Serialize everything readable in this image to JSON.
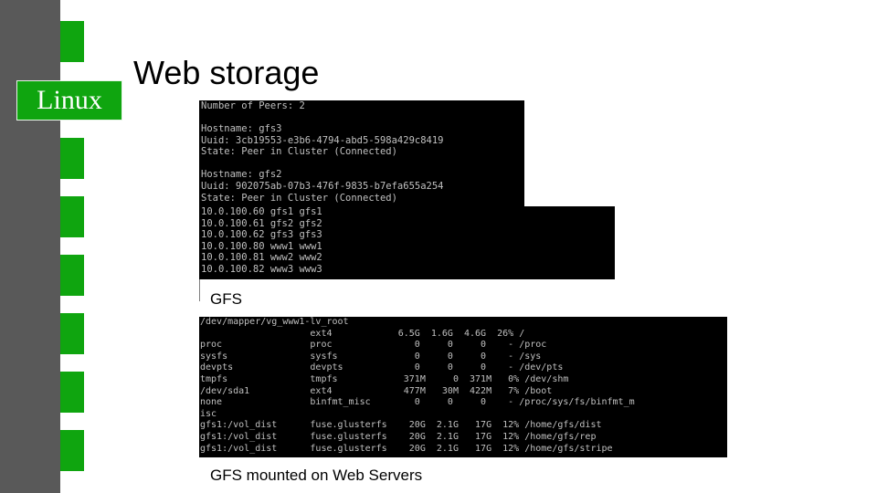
{
  "slide": {
    "logo_text": "Linux",
    "title": "Web storage",
    "caption_gfs": "GFS",
    "caption_mounted": "GFS mounted on Web Servers",
    "accent_color": "#0fa50f",
    "sidebar_color": "#595959"
  },
  "terminal_peers": {
    "line1": "Number of Peers: 2",
    "peer1_hostname": "Hostname: gfs3",
    "peer1_uuid": "Uuid: 3cb19553-e3b6-4794-abd5-598a429c8419",
    "peer1_state": "State: Peer in Cluster (Connected)",
    "peer2_hostname": "Hostname: gfs2",
    "peer2_uuid": "Uuid: 902075ab-07b3-476f-9835-b7efa655a254",
    "peer2_state": "State: Peer in Cluster (Connected)"
  },
  "terminal_hosts": [
    "10.0.100.60 gfs1 gfs1",
    "10.0.100.61 gfs2 gfs2",
    "10.0.100.62 gfs3 gfs3",
    "10.0.100.80 www1 www1",
    "10.0.100.81 www2 www2",
    "10.0.100.82 www3 www3"
  ],
  "terminal_df": [
    "/dev/mapper/vg_www1-lv_root",
    "                    ext4            6.5G  1.6G  4.6G  26% /",
    "proc                proc               0     0     0    - /proc",
    "sysfs               sysfs              0     0     0    - /sys",
    "devpts              devpts             0     0     0    - /dev/pts",
    "tmpfs               tmpfs            371M     0  371M   0% /dev/shm",
    "/dev/sda1           ext4             477M   30M  422M   7% /boot",
    "none                binfmt_misc        0     0     0    - /proc/sys/fs/binfmt_m",
    "isc",
    "gfs1:/vol_dist      fuse.glusterfs    20G  2.1G   17G  12% /home/gfs/dist",
    "gfs1:/vol_dist      fuse.glusterfs    20G  2.1G   17G  12% /home/gfs/rep",
    "gfs1:/vol_dist      fuse.glusterfs    20G  2.1G   17G  12% /home/gfs/stripe"
  ]
}
